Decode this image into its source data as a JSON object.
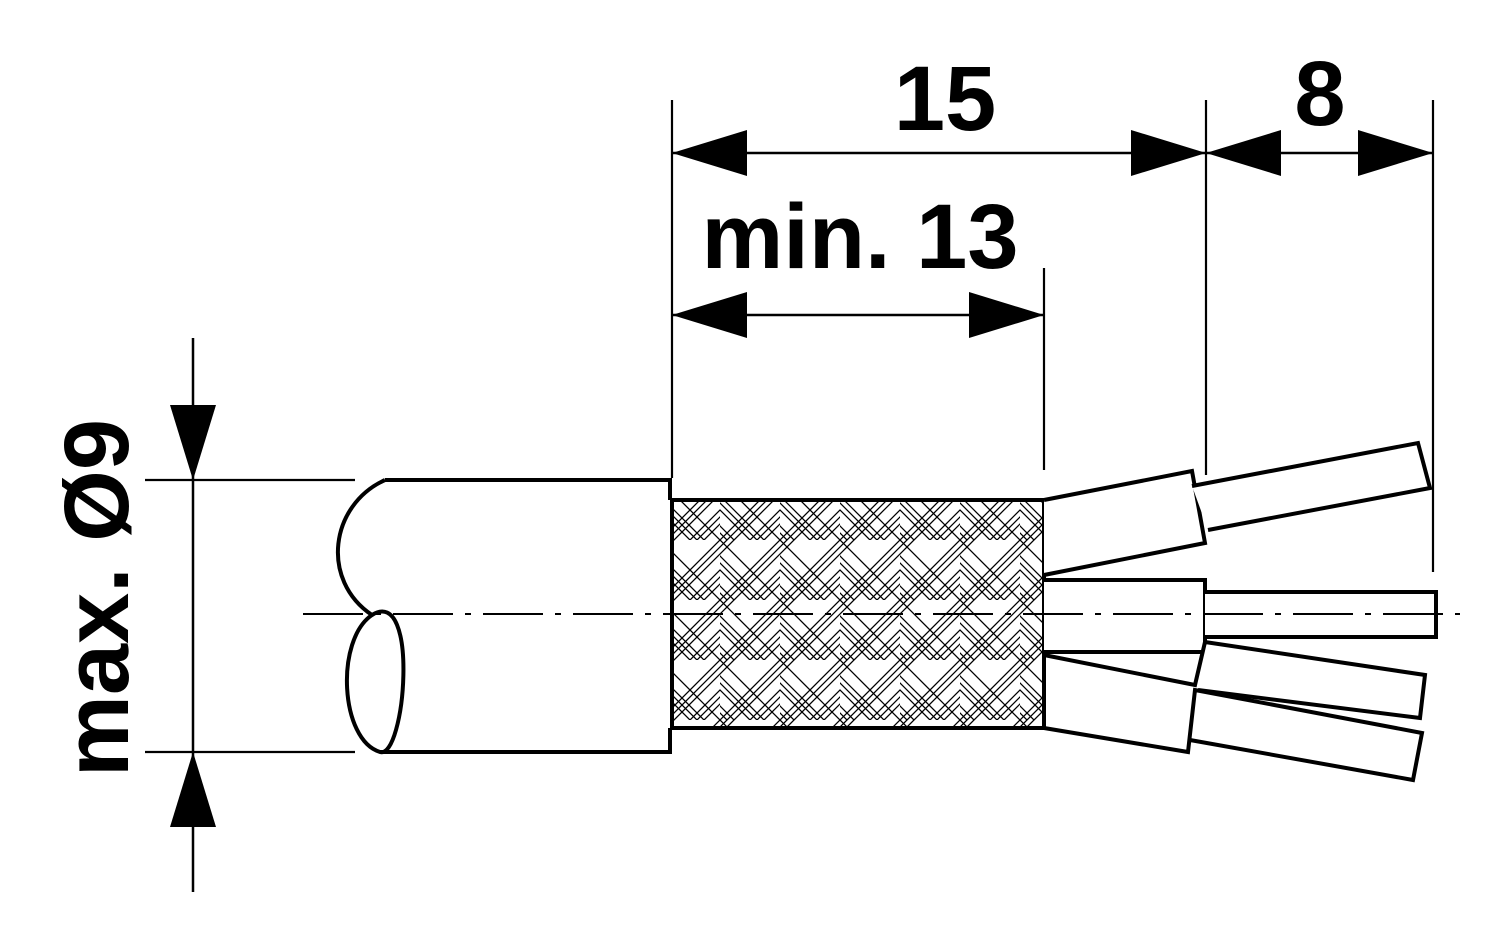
{
  "dimensions": {
    "strip_length": "15",
    "braid_length": "min. 13",
    "conductor_strip": "8",
    "max_diameter": "max. Ø9"
  },
  "colors": {
    "line": "#000000",
    "background": "#ffffff"
  }
}
